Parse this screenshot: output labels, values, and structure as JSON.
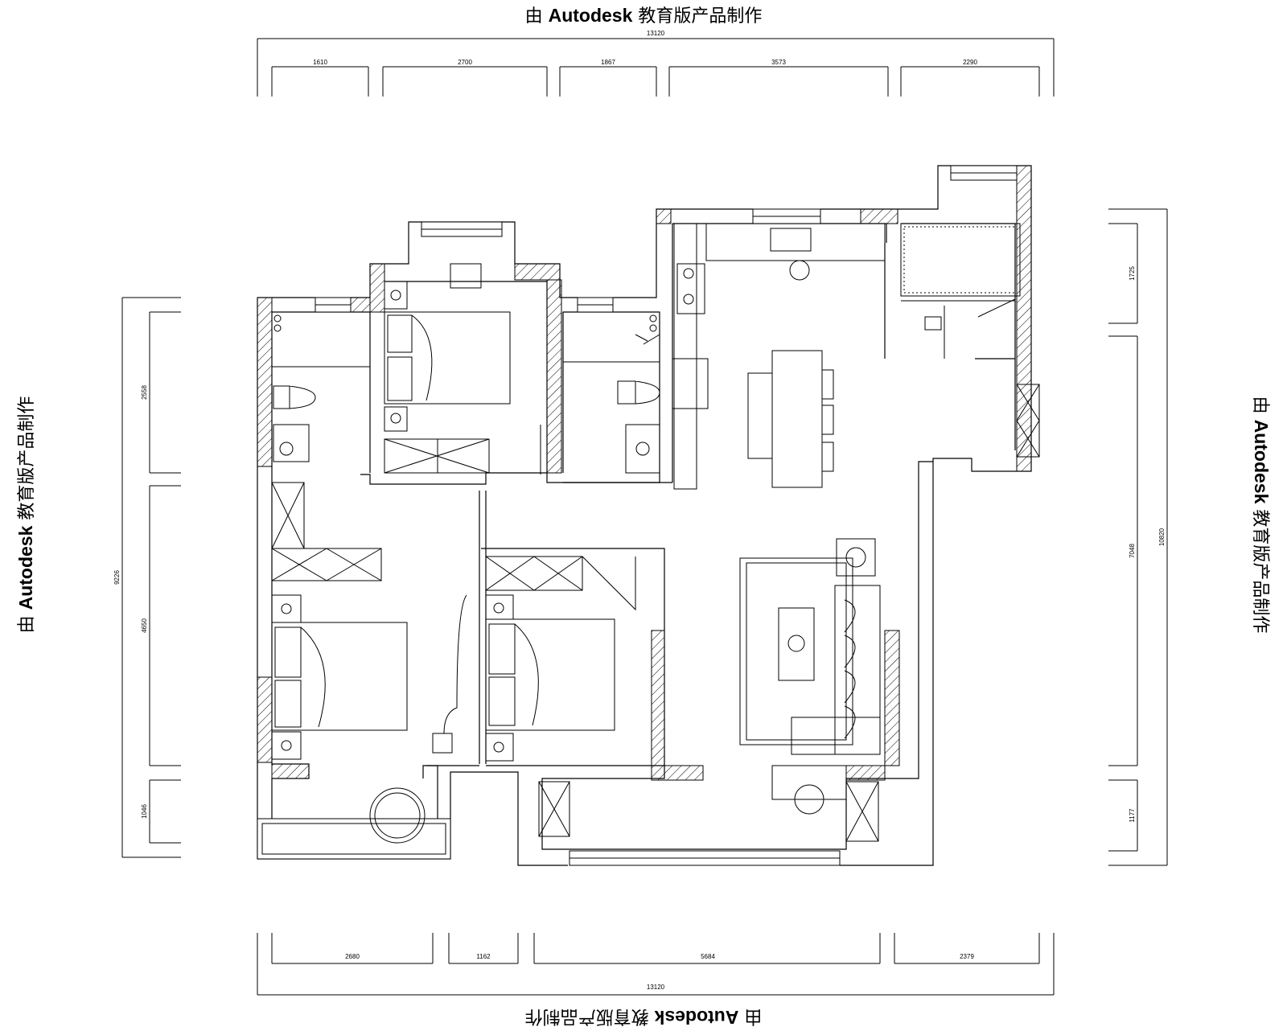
{
  "watermark": {
    "prefix": "由",
    "brand": "Autodesk",
    "suffix": "教育版产品制作"
  },
  "dimensions": {
    "top_total": "13120",
    "top_segments": [
      "1610",
      "2700",
      "1867",
      "3573",
      "2290"
    ],
    "bottom_total": "13120",
    "bottom_segments": [
      "2680",
      "1162",
      "5684",
      "2379"
    ],
    "left_total": "9226",
    "left_segments": [
      "2558",
      "4650",
      "1046"
    ],
    "right_total": "10820",
    "right_segments": [
      "1725",
      "7048",
      "1177"
    ]
  }
}
